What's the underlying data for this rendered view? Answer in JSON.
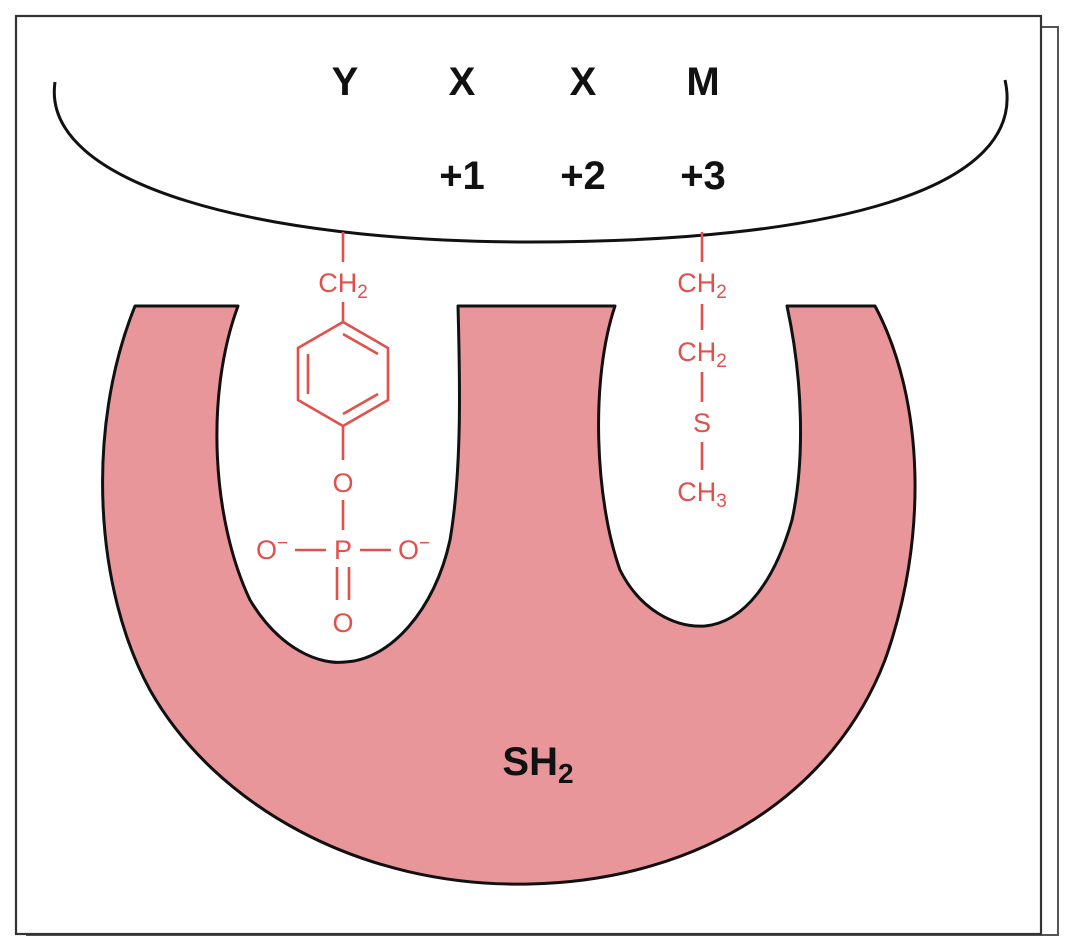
{
  "peptide": {
    "residues": [
      {
        "letter": "Y",
        "position": ""
      },
      {
        "letter": "X",
        "position": "+1"
      },
      {
        "letter": "X",
        "position": "+2"
      },
      {
        "letter": "M",
        "position": "+3"
      }
    ]
  },
  "phosphotyrosine": {
    "ch2": {
      "main": "CH",
      "sub": "2"
    },
    "ester_oxygen": "O",
    "phosphorus": "P",
    "oxygen_left": {
      "main": "O",
      "sup": "−"
    },
    "oxygen_right": {
      "main": "O",
      "sup": "−"
    },
    "oxygen_double": "O"
  },
  "methionine": {
    "ch2_a": {
      "main": "CH",
      "sub": "2"
    },
    "ch2_b": {
      "main": "CH",
      "sub": "2"
    },
    "sulfur": "S",
    "ch3": {
      "main": "CH",
      "sub": "3"
    }
  },
  "domain": {
    "label": {
      "main": "SH",
      "sub": "2"
    }
  },
  "colors": {
    "domain_fill": "#e9969a",
    "side_chain": "#e2504b",
    "outline": "#111111",
    "frame": "#555555"
  }
}
